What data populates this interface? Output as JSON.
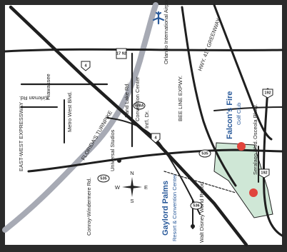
{
  "roads": {
    "east_west_expressway": "EAST-WEST EXPRESSWAY",
    "kirkman": "Kirkman Rd.",
    "hiawassee": "Hiawassee",
    "metro_west": "Metro West Blvd.",
    "floridas_turnpike": "FLORIDA'S TURNPIKE",
    "conroy_windermere": "Conroy-Windermere Rd.",
    "sand_lake": "Sand Lake Rd.",
    "intl_dr": "Int'l. Dr.",
    "bee_line": "BEE LINE EXPWY.",
    "hwy_417": "HWY. 417 GREENWAY",
    "osceola": "Osceola Pkwy.",
    "seralago": "Seralago Blvd."
  },
  "places": {
    "universal": "Universal Studios",
    "convention_center": "Convention Center",
    "airport": "Orlando International Airport",
    "falcons_fire": "Falcon's Fire",
    "golf_club": "Golf Club",
    "gaylord_palms": "Gaylord Palms",
    "gaylord_sub": "Resort & Convention Center",
    "walt_disney": "Walt Disney World Resort"
  },
  "shields": {
    "i4_a": "4",
    "i4_b": "4",
    "us17": "17 92",
    "sr528": "528A",
    "sr535_a": "535",
    "sr535_b": "535",
    "sr536": "536",
    "us192_a": "192",
    "us192_b": "192"
  },
  "compass": {
    "n": "N",
    "s": "S",
    "e": "E",
    "w": "W"
  },
  "colors": {
    "land": "#ffffff",
    "frame": "#2b2b2b",
    "resort_area": "#cfe7d6",
    "water": "#c9d2d9",
    "road": "#1f1f1f",
    "turnpike": "#a7aab4",
    "marker": "#e0443c",
    "accent": "#2a5a9a"
  }
}
